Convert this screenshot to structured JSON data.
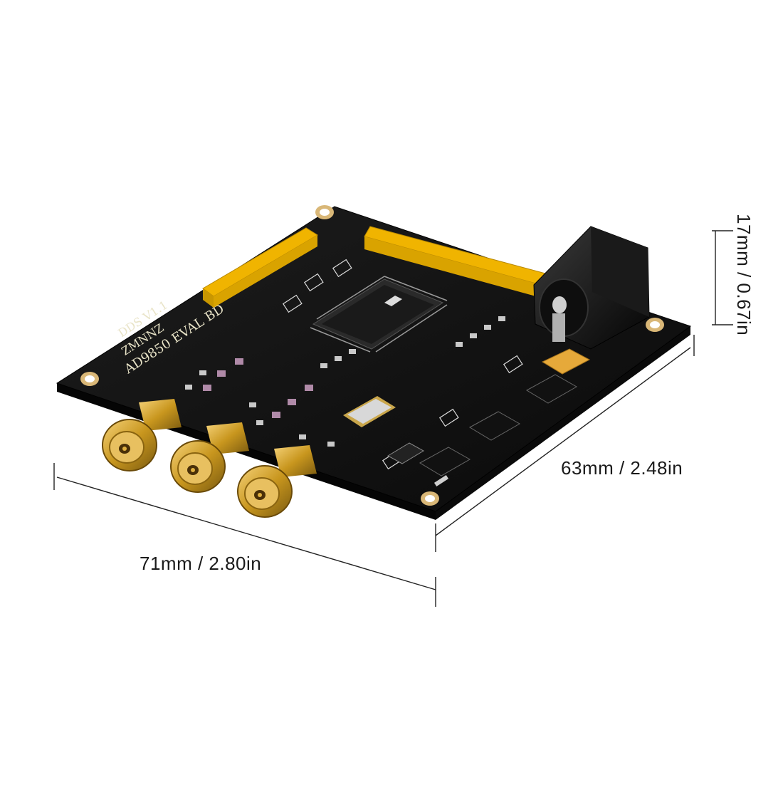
{
  "product": {
    "board_silkscreen": {
      "line1": "AD9850 EVAL BD",
      "line2": "ZMNNZ",
      "line3": "DDS V1.1"
    }
  },
  "dimensions": {
    "length": "71mm / 2.80in",
    "width": "63mm / 2.48in",
    "height": "17mm / 0.67in"
  },
  "colors": {
    "pcb": "#121212",
    "header": "#f0b400",
    "pin": "#c9c9c9",
    "gold": "#c8961e",
    "dimension_line": "#222222"
  }
}
